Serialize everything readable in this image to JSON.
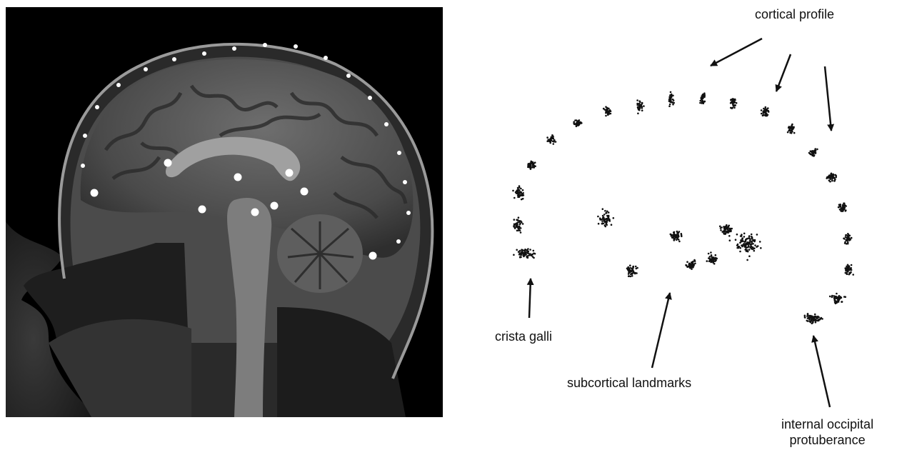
{
  "labels": {
    "cortical_profile": "cortical profile",
    "crista_galli": "crista galli",
    "subcortical_landmarks": "subcortical landmarks",
    "internal_occipital_line1": "internal occipital",
    "internal_occipital_line2": "protuberance"
  },
  "colors": {
    "background": "#ffffff",
    "mri_background": "#000000",
    "landmark_marker": "#ffffff",
    "scatter_point": "#111111",
    "arrow": "#111111"
  }
}
